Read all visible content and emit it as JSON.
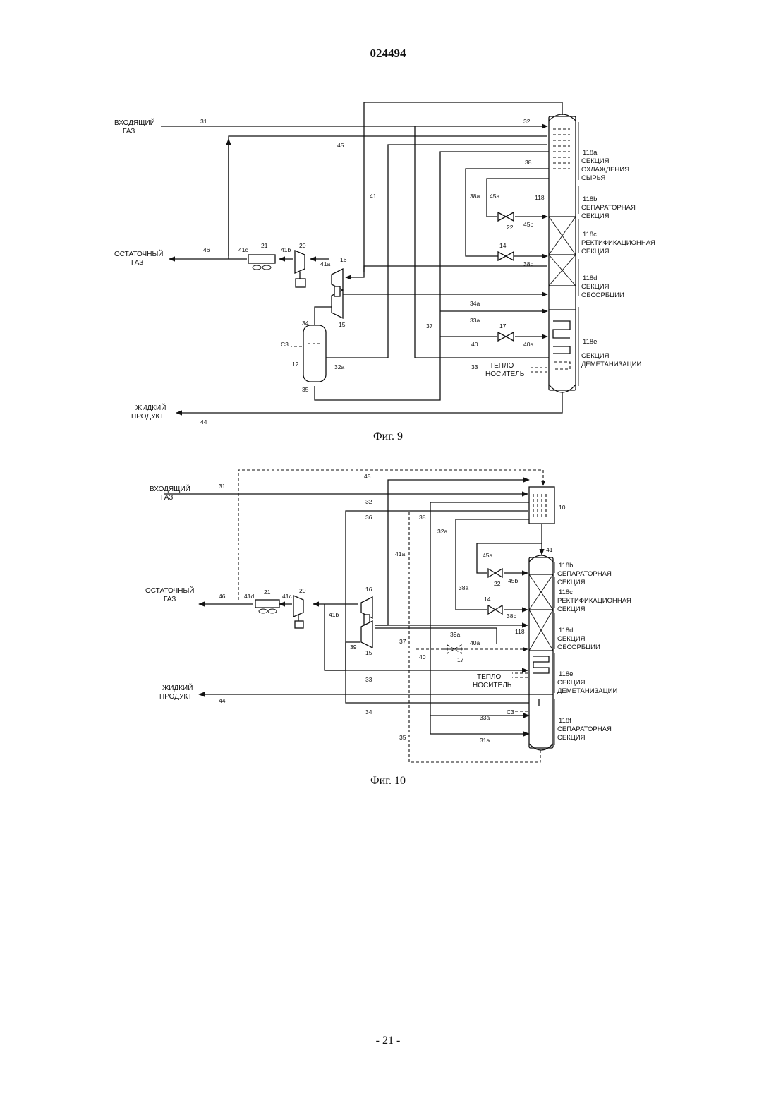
{
  "document": {
    "number": "024494",
    "page": "- 21 -"
  },
  "figure9": {
    "caption": "Фиг. 9",
    "streams": {
      "inlet_gas": [
        "ВХОДЯЩИЙ",
        "ГАЗ"
      ],
      "residue_gas": [
        "ОСТАТОЧНЫЙ",
        "ГАЗ"
      ],
      "liquid_product": [
        "ЖИДКИЙ",
        "ПРОДУКТ"
      ],
      "heat_medium": [
        "ТЕПЛО",
        "НОСИТЕЛЬ"
      ],
      "c3": "C3"
    },
    "sections": [
      {
        "id": "118a",
        "lines": [
          "СЕКЦИЯ",
          "ОХЛАЖДЕНИЯ",
          "СЫРЬЯ"
        ]
      },
      {
        "id": "118b",
        "lines": [
          "СЕПАРАТОРНАЯ",
          "СЕКЦИЯ"
        ]
      },
      {
        "id": "118c",
        "lines": [
          "РЕКТИФИКАЦИОННАЯ",
          "СЕКЦИЯ"
        ]
      },
      {
        "id": "118d",
        "lines": [
          "СЕКЦИЯ",
          "ОБСОРБЦИИ"
        ]
      },
      {
        "id": "118e",
        "lines": [
          "СЕКЦИЯ",
          "ДЕМЕТАНИЗАЦИИ"
        ]
      }
    ],
    "labels": {
      "s31": "31",
      "s32": "32",
      "s45": "45",
      "s38": "38",
      "s41": "41",
      "s38a": "38a",
      "s45a": "45a",
      "s118": "118",
      "v22": "22",
      "s45b": "45b",
      "v14": "14",
      "s38b": "38b",
      "s46": "46",
      "s41c": "41c",
      "e21": "21",
      "s41b": "41b",
      "e20": "20",
      "s41a": "41a",
      "e16": "16",
      "e15": "15",
      "s34": "34",
      "s34a": "34a",
      "s33a": "33a",
      "s37": "37",
      "v17": "17",
      "s40": "40",
      "s40a": "40a",
      "e12": "12",
      "s32a": "32a",
      "s33": "33",
      "s35": "35",
      "s44": "44"
    }
  },
  "figure10": {
    "caption": "Фиг. 10",
    "streams": {
      "inlet_gas": [
        "ВХОДЯЩИЙ",
        "ГАЗ"
      ],
      "residue_gas": [
        "ОСТАТОЧНЫЙ",
        "ГАЗ"
      ],
      "liquid_product": [
        "ЖИДКИЙ",
        "ПРОДУКТ"
      ],
      "heat_medium": [
        "ТЕПЛО",
        "НОСИТЕЛЬ"
      ],
      "c3": "C3"
    },
    "sections": [
      {
        "id": "118b",
        "lines": [
          "СЕПАРАТОРНАЯ",
          "СЕКЦИЯ"
        ]
      },
      {
        "id": "118c",
        "lines": [
          "РЕКТИФИКАЦИОННАЯ",
          "СЕКЦИЯ"
        ]
      },
      {
        "id": "118d",
        "lines": [
          "СЕКЦИЯ",
          "ОБСОРБЦИИ"
        ]
      },
      {
        "id": "118e",
        "lines": [
          "СЕКЦИЯ",
          "ДЕМЕТАНИЗАЦИИ"
        ]
      },
      {
        "id": "118f",
        "lines": [
          "СЕПАРАТОРНАЯ",
          "СЕКЦИЯ"
        ]
      }
    ],
    "labels": {
      "s45": "45",
      "s31": "31",
      "s32": "32",
      "s36": "36",
      "s38": "38",
      "e10": "10",
      "s41": "41",
      "s41a": "41a",
      "s32a": "32a",
      "s45a": "45a",
      "v22": "22",
      "s45b": "45b",
      "s38a": "38a",
      "v14": "14",
      "s38b": "38b",
      "s118": "118",
      "s46": "46",
      "s41d": "41d",
      "e21": "21",
      "s41c": "41c",
      "e20": "20",
      "e16": "16",
      "s41b": "41b",
      "e15": "15",
      "s39": "39",
      "s39a": "39a",
      "s37": "37",
      "s40": "40",
      "s40a": "40a",
      "v17": "17",
      "s33": "33",
      "s44": "44",
      "s34": "34",
      "s33a": "33a",
      "s31a": "31a",
      "s35": "35"
    }
  }
}
